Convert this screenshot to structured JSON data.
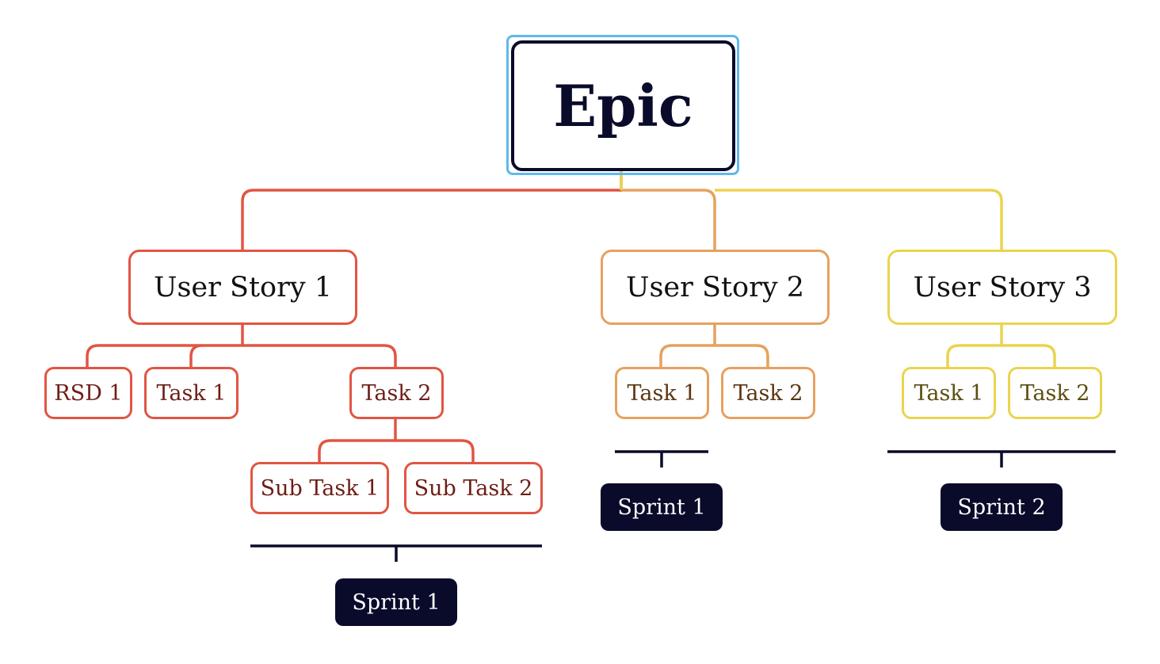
{
  "epic": {
    "label": "Epic"
  },
  "stories": [
    {
      "label": "User Story 1",
      "color": "#e15543",
      "tasks": [
        "RSD 1",
        "Task 1",
        "Task 2"
      ],
      "subtasks": [
        "Sub Task 1",
        "Sub Task 2"
      ],
      "sprint": "Sprint 1"
    },
    {
      "label": "User Story 2",
      "color": "#e7a15e",
      "tasks": [
        "Task 1",
        "Task 2"
      ],
      "sprint": "Sprint 1"
    },
    {
      "label": "User Story 3",
      "color": "#ead44f",
      "tasks": [
        "Task 1",
        "Task 2"
      ],
      "sprint": "Sprint 2"
    }
  ],
  "colors": {
    "epic_border": "#0a0b2a",
    "selection_outline": "#5fb9ee",
    "sprint_bg": "#0a0b2a"
  }
}
